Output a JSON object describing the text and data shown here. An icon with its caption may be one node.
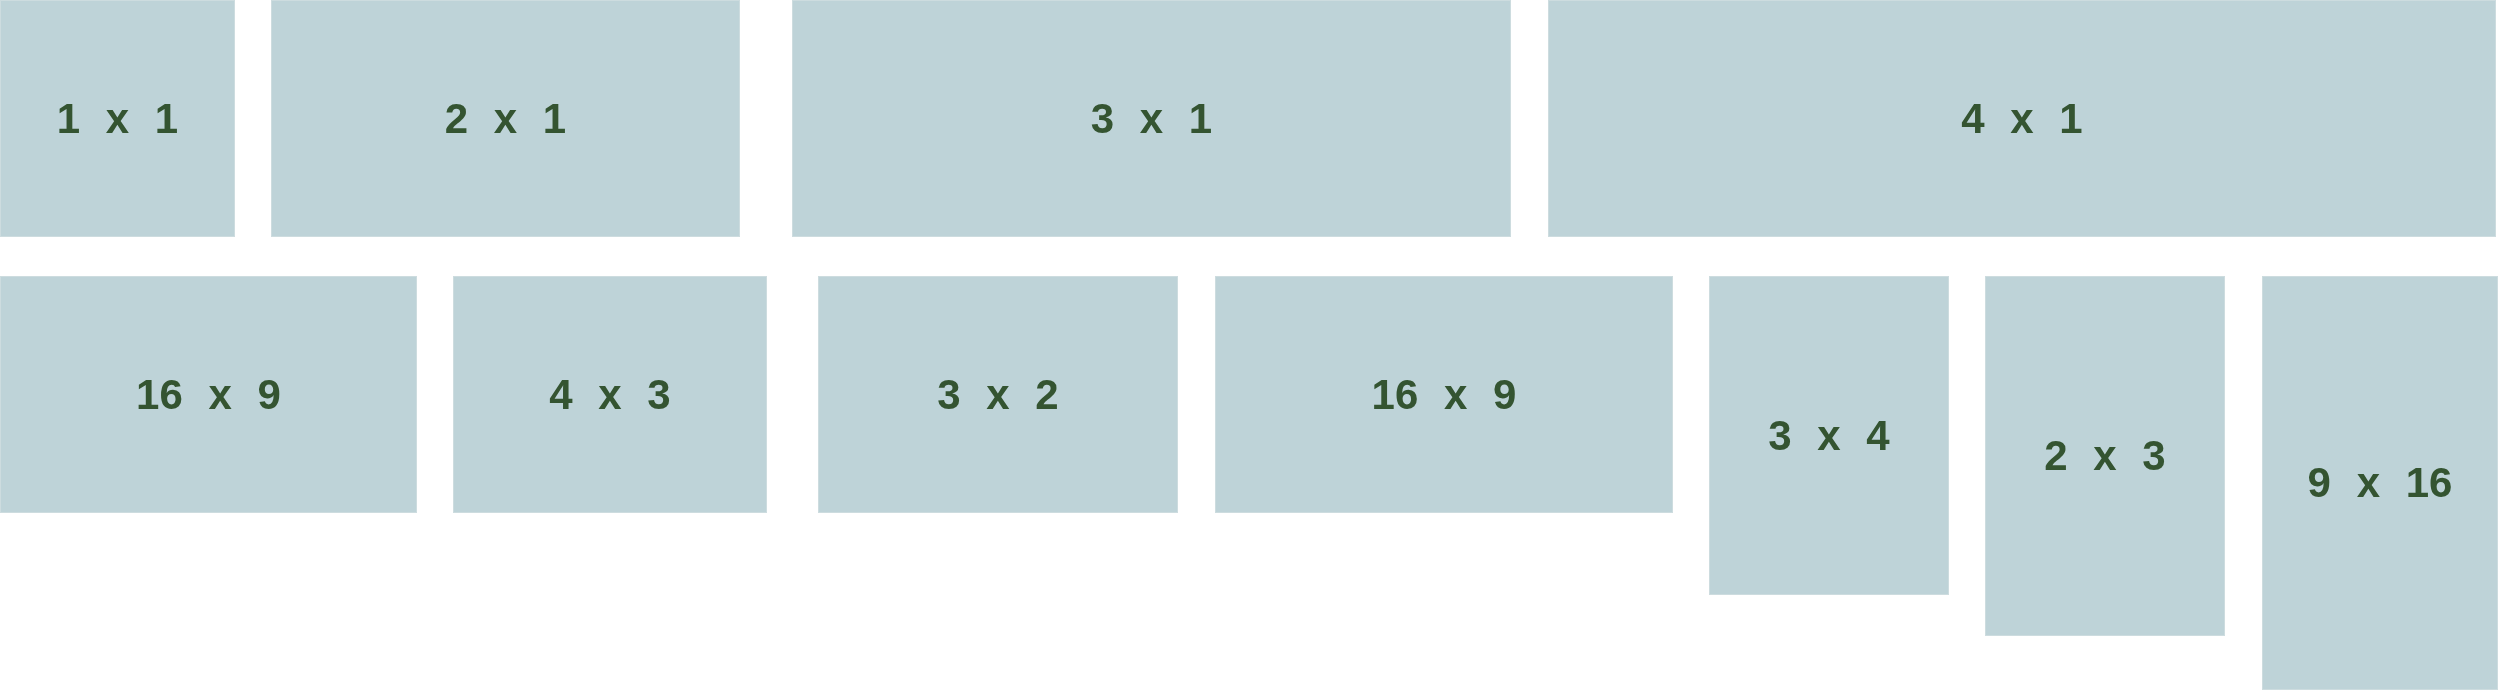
{
  "diagram": {
    "nodes": [
      {
        "text": [
          "1 x 1"
        ]
      },
      {
        "text": [
          "2 x 1"
        ]
      },
      {
        "text": [
          "3 x 1"
        ]
      },
      {
        "text": [
          "4 x 1"
        ]
      },
      {
        "text": [
          "16 x 9"
        ]
      },
      {
        "text": [
          "4 x 3"
        ]
      },
      {
        "text": [
          "3 x 2"
        ]
      },
      {
        "text": [
          "16 x 9"
        ]
      },
      {
        "text": [
          "3 x 4"
        ]
      },
      {
        "text": [
          "2 x 3"
        ]
      },
      {
        "text": [
          "9 x 16"
        ]
      }
    ]
  }
}
